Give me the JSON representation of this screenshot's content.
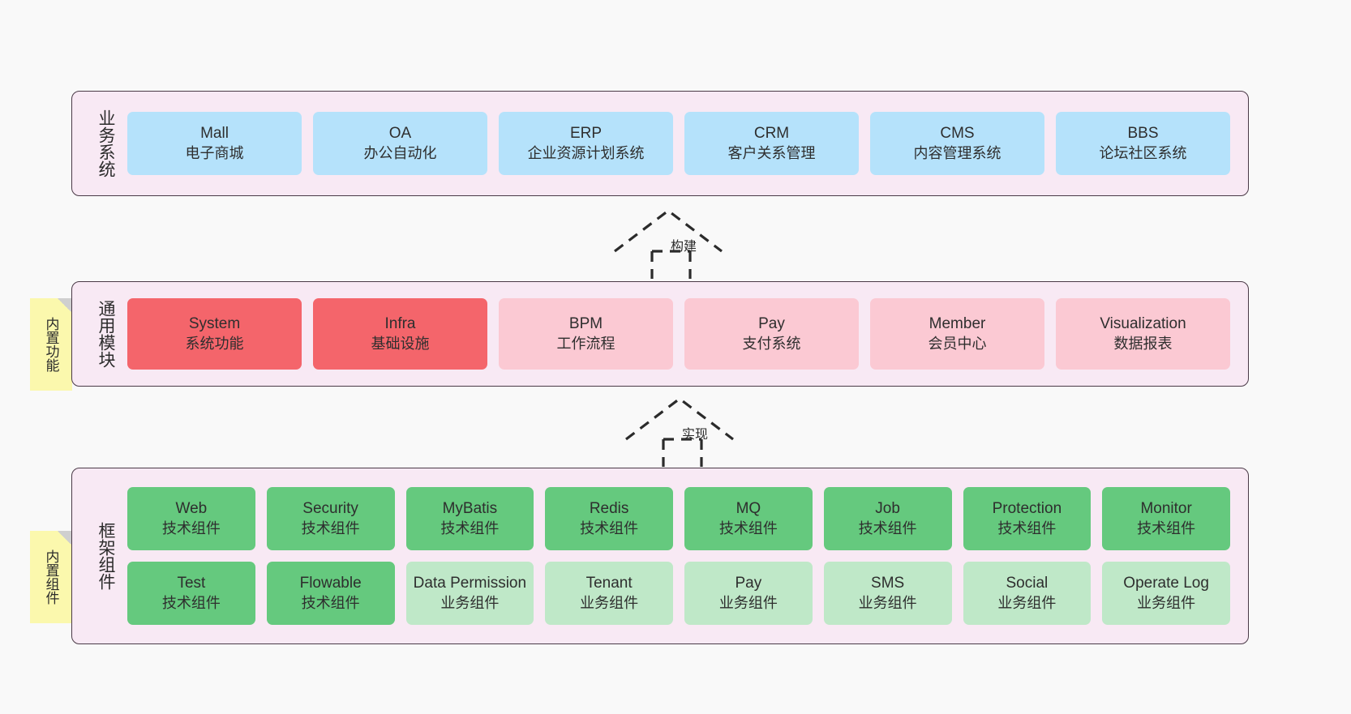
{
  "diagram": {
    "background_color": "#f9f9f9",
    "layer_fill": "#f8e9f4",
    "layer_border": "#4a3a47"
  },
  "layers": {
    "business": {
      "title": "业务系统",
      "color": "#b5e2fb",
      "boxes": [
        {
          "en": "Mall",
          "cn": "电子商城"
        },
        {
          "en": "OA",
          "cn": "办公自动化"
        },
        {
          "en": "ERP",
          "cn": "企业资源计划系统"
        },
        {
          "en": "CRM",
          "cn": "客户关系管理"
        },
        {
          "en": "CMS",
          "cn": "内容管理系统"
        },
        {
          "en": "BBS",
          "cn": "论坛社区系统"
        }
      ]
    },
    "common": {
      "title": "通用模块",
      "color_strong": "#f4656b",
      "color_light": "#fbc9d3",
      "boxes": [
        {
          "en": "System",
          "cn": "系统功能",
          "tone": "red"
        },
        {
          "en": "Infra",
          "cn": "基础设施",
          "tone": "red"
        },
        {
          "en": "BPM",
          "cn": "工作流程",
          "tone": "pink"
        },
        {
          "en": "Pay",
          "cn": "支付系统",
          "tone": "pink"
        },
        {
          "en": "Member",
          "cn": "会员中心",
          "tone": "pink"
        },
        {
          "en": "Visualization",
          "cn": "数据报表",
          "tone": "pink"
        }
      ]
    },
    "framework": {
      "title": "框架组件",
      "color_strong": "#65c97e",
      "color_light": "#bfe8c8",
      "row1": [
        {
          "en": "Web",
          "cn": "技术组件",
          "tone": "green"
        },
        {
          "en": "Security",
          "cn": "技术组件",
          "tone": "green"
        },
        {
          "en": "MyBatis",
          "cn": "技术组件",
          "tone": "green"
        },
        {
          "en": "Redis",
          "cn": "技术组件",
          "tone": "green"
        },
        {
          "en": "MQ",
          "cn": "技术组件",
          "tone": "green"
        },
        {
          "en": "Job",
          "cn": "技术组件",
          "tone": "green"
        },
        {
          "en": "Protection",
          "cn": "技术组件",
          "tone": "green"
        },
        {
          "en": "Monitor",
          "cn": "技术组件",
          "tone": "green"
        }
      ],
      "row2": [
        {
          "en": "Test",
          "cn": "技术组件",
          "tone": "green"
        },
        {
          "en": "Flowable",
          "cn": "技术组件",
          "tone": "green"
        },
        {
          "en": "Data Permission",
          "cn": "业务组件",
          "tone": "lgreen"
        },
        {
          "en": "Tenant",
          "cn": "业务组件",
          "tone": "lgreen"
        },
        {
          "en": "Pay",
          "cn": "业务组件",
          "tone": "lgreen"
        },
        {
          "en": "SMS",
          "cn": "业务组件",
          "tone": "lgreen"
        },
        {
          "en": "Social",
          "cn": "业务组件",
          "tone": "lgreen"
        },
        {
          "en": "Operate Log",
          "cn": "业务组件",
          "tone": "lgreen"
        }
      ]
    }
  },
  "notes": [
    {
      "text": "内置功能",
      "color": "#fbf8ad"
    },
    {
      "text": "内置组件",
      "color": "#fbf8ad"
    }
  ],
  "arrows": [
    {
      "label": "构建",
      "style": "dashed-hollow-triangle-up"
    },
    {
      "label": "实现",
      "style": "dashed-hollow-triangle-up"
    }
  ]
}
